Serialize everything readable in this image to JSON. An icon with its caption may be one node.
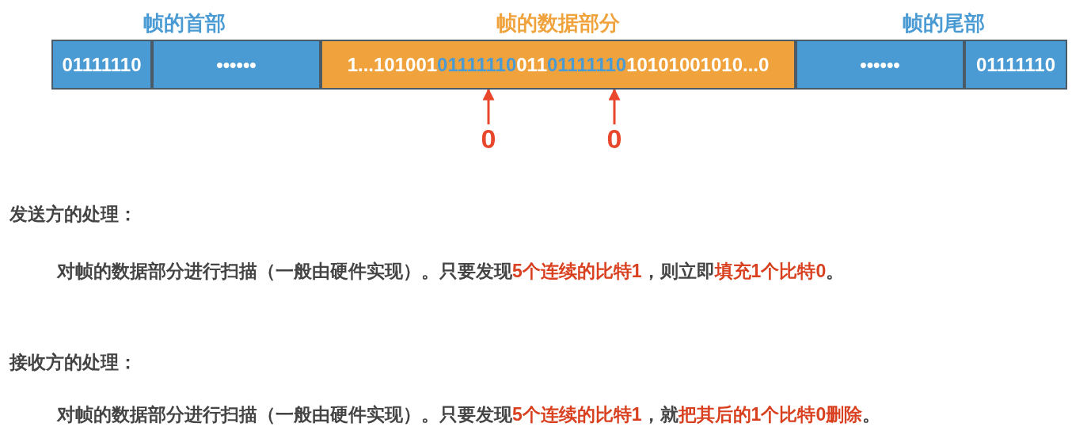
{
  "diagram": {
    "nodes": [
      {
        "text": [
          "01111110"
        ]
      },
      {
        "text": [
          "••••••"
        ]
      },
      {
        "text": [
          "1...101001",
          "01111110",
          "011",
          "01111110",
          "10101001010...0"
        ]
      },
      {
        "text": [
          "••••••"
        ]
      },
      {
        "text": [
          "01111110"
        ]
      },
      {
        "text": [
          "0"
        ]
      },
      {
        "text": [
          "0"
        ]
      }
    ],
    "edges": [
      {
        "from": 5,
        "to": 2,
        "arrow": "to",
        "color": "#e8472b"
      },
      {
        "from": 6,
        "to": 2,
        "arrow": "to",
        "color": "#e8472b"
      }
    ],
    "labels": [
      "帧的首部",
      "帧的数据部分",
      "帧的尾部",
      "发送方的处理：",
      "对帧的数据部分进行扫描（一般由硬件实现）。只要发现**5个连续的比特1**，则立即**填充1个比特0**。",
      "接收方的处理：",
      "对帧的数据部分进行扫描（一般由硬件实现）。只要发现**5个连续的比特1**，就**把其后的1个比特0删除**。"
    ]
  }
}
